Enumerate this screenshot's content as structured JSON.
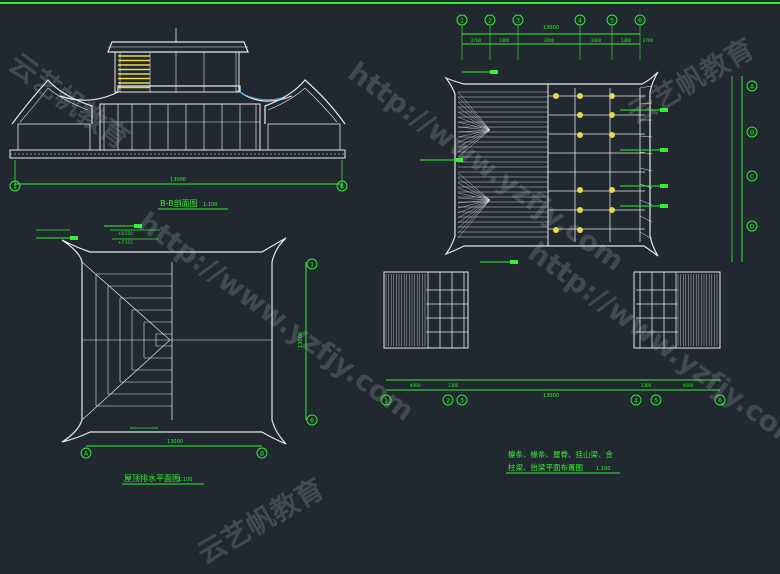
{
  "palette": {
    "background": "#212830",
    "line_white": "#e6e6e6",
    "dimension_green": "#33ee33",
    "highlight_yellow": "#e8d84a",
    "watermark": "rgba(200,205,210,0.20)"
  },
  "section_elevation": {
    "title": "B-B剖面图",
    "scale": "1:100",
    "overall_dim": "13000",
    "grid_left": "1",
    "grid_right": "6"
  },
  "roof_plan": {
    "title": "屋顶排水平面图",
    "scale": "1:100",
    "overall_dim": "13000",
    "side_dim": "13000",
    "grid_left": "A",
    "grid_right": "B",
    "grid_top": "1",
    "grid_bottom": "6",
    "level_labels": [
      "+8.550",
      "+7.555"
    ]
  },
  "framing_plan": {
    "title_line1": "檩条、椽条、屋脊、挂山梁、金",
    "title_line2": "柱梁、抬梁平面布置图",
    "scale": "1:100",
    "top_dims": [
      "2700",
      "1300",
      "3000",
      "3000",
      "1300",
      "2700"
    ],
    "top_overall": "13000",
    "bottom_dims": [
      "4000",
      "1300",
      "1300",
      "4000"
    ],
    "bottom_overall": "13000",
    "top_axes": [
      "1",
      "2",
      "3",
      "4",
      "5",
      "6"
    ],
    "bottom_axes": [
      "1",
      "2",
      "3",
      "4",
      "5",
      "6"
    ],
    "right_axes": [
      "A",
      "B",
      "C",
      "D"
    ]
  },
  "watermark": {
    "url_text": "http://www.yzfjy.com",
    "brand_text": "云艺帆教育"
  }
}
